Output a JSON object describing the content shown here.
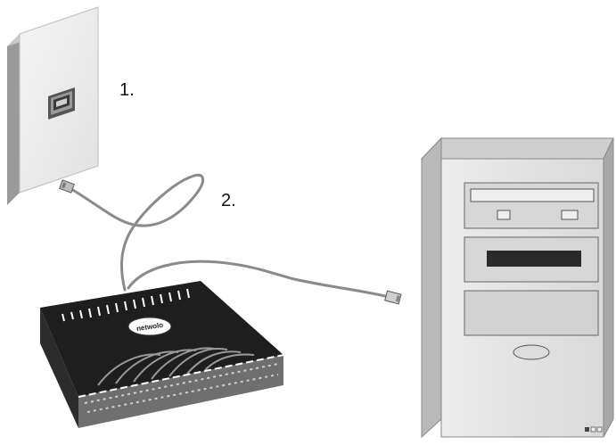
{
  "steps": [
    {
      "label": "1."
    },
    {
      "label": "2."
    }
  ],
  "router": {
    "brand_text": "netwolo"
  },
  "colors": {
    "wall_plate_face": "#efefef",
    "wall_plate_side": "#9a9a9a",
    "cable": "#8a8a8a",
    "router_body": "#1e1e1e",
    "router_side": "#6f6f6f",
    "computer_front": "#e3e3e3",
    "computer_side": "#b9b9b9",
    "computer_top": "#cfcfcf"
  }
}
